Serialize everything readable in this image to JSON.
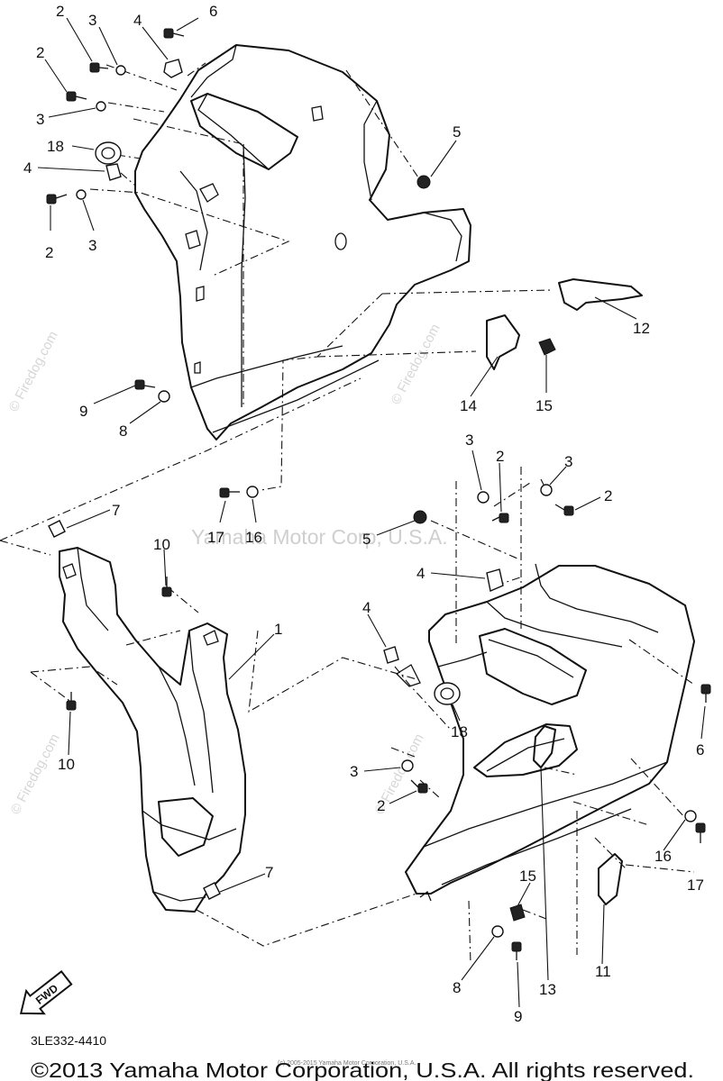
{
  "diagram": {
    "part_numbers": [
      {
        "id": "2a",
        "text": "2"
      },
      {
        "id": "3a",
        "text": "3"
      },
      {
        "id": "4a",
        "text": "4"
      },
      {
        "id": "6a",
        "text": "6"
      },
      {
        "id": "2b",
        "text": "2"
      },
      {
        "id": "3b",
        "text": "3"
      },
      {
        "id": "18a",
        "text": "18"
      },
      {
        "id": "4b",
        "text": "4"
      },
      {
        "id": "2c",
        "text": "2"
      },
      {
        "id": "3c",
        "text": "3"
      },
      {
        "id": "5a",
        "text": "5"
      },
      {
        "id": "12",
        "text": "12"
      },
      {
        "id": "14",
        "text": "14"
      },
      {
        "id": "15a",
        "text": "15"
      },
      {
        "id": "9a",
        "text": "9"
      },
      {
        "id": "8a",
        "text": "8"
      },
      {
        "id": "3d",
        "text": "3"
      },
      {
        "id": "2d",
        "text": "2"
      },
      {
        "id": "3e",
        "text": "3"
      },
      {
        "id": "2e",
        "text": "2"
      },
      {
        "id": "7a",
        "text": "7"
      },
      {
        "id": "17a",
        "text": "17"
      },
      {
        "id": "16a",
        "text": "16"
      },
      {
        "id": "5b",
        "text": "5"
      },
      {
        "id": "10a",
        "text": "10"
      },
      {
        "id": "4c",
        "text": "4"
      },
      {
        "id": "1",
        "text": "1"
      },
      {
        "id": "4d",
        "text": "4"
      },
      {
        "id": "6b",
        "text": "6"
      },
      {
        "id": "18b",
        "text": "18"
      },
      {
        "id": "10b",
        "text": "10"
      },
      {
        "id": "3f",
        "text": "3"
      },
      {
        "id": "2f",
        "text": "2"
      },
      {
        "id": "16b",
        "text": "16"
      },
      {
        "id": "17b",
        "text": "17"
      },
      {
        "id": "7b",
        "text": "7"
      },
      {
        "id": "15b",
        "text": "15"
      },
      {
        "id": "11",
        "text": "11"
      },
      {
        "id": "8b",
        "text": "8"
      },
      {
        "id": "13",
        "text": "13"
      },
      {
        "id": "9b",
        "text": "9"
      }
    ],
    "fwd_label": "FWD",
    "diagram_code": "3LE332-4410"
  },
  "watermarks": {
    "center": "Yamaha Motor Corp, U.S.A.",
    "site": "© Firedog.com",
    "small": "(c) 2005-2015 Yamaha Motor Corporation, U.S.A."
  },
  "footer": {
    "copyright": "©2013 Yamaha Motor Corporation, U.S.A. All rights reserved."
  }
}
